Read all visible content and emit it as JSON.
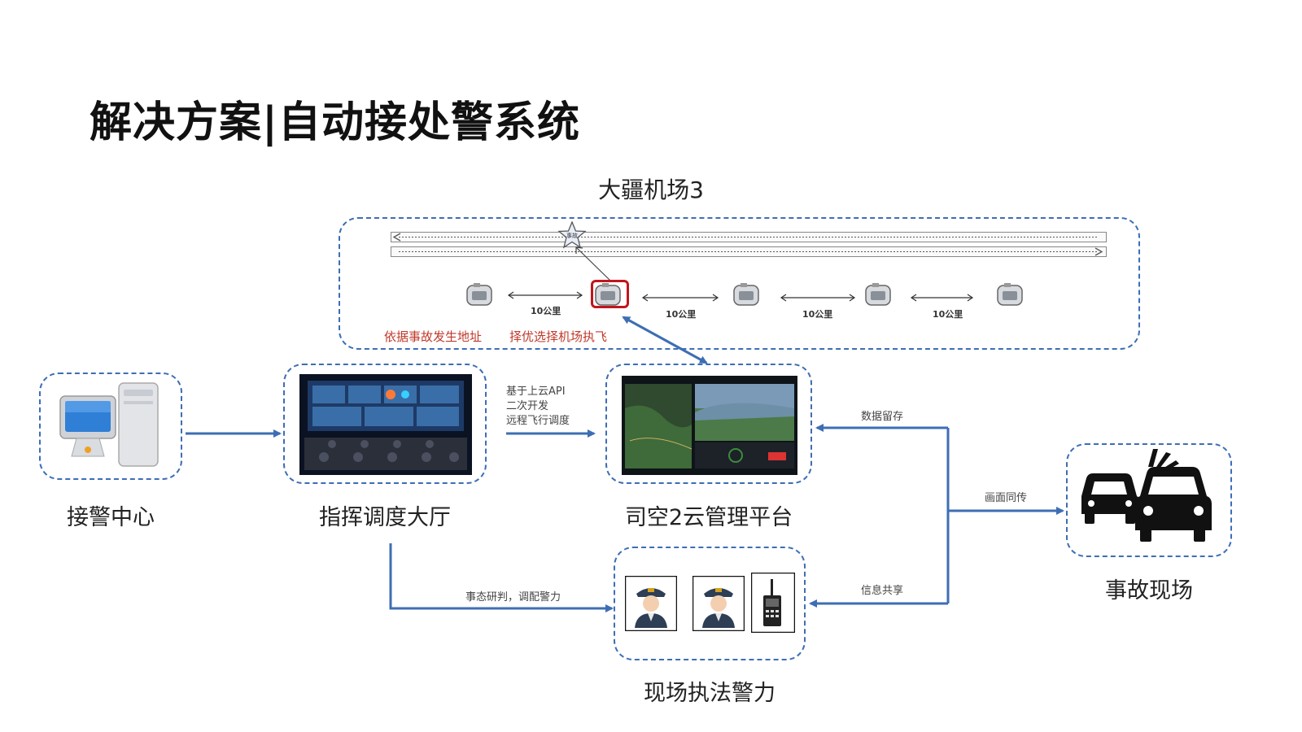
{
  "title": "解决方案|自动接处警系统",
  "airport_title": "大疆机场3",
  "airport": {
    "star_label": "事故",
    "distance_labels": [
      "10公里",
      "10公里",
      "10公里",
      "10公里"
    ],
    "note_left": "依据事故发生地址",
    "note_right": "择优选择机场执飞"
  },
  "nodes": {
    "alarm_center": "接警中心",
    "command_hall": "指挥调度大厅",
    "cloud_platform": "司空2云管理平台",
    "field_police": "现场执法警力",
    "accident_scene": "事故现场"
  },
  "edges": {
    "api_lines": [
      "基于上云API",
      "二次开发",
      "远程飞行调度"
    ],
    "data_retention": "数据留存",
    "video_sync": "画面同传",
    "info_share": "信息共享",
    "dispatch": "事态研判，调配警力"
  },
  "colors": {
    "accent": "#3d6eb4",
    "highlight": "#c0392b"
  }
}
